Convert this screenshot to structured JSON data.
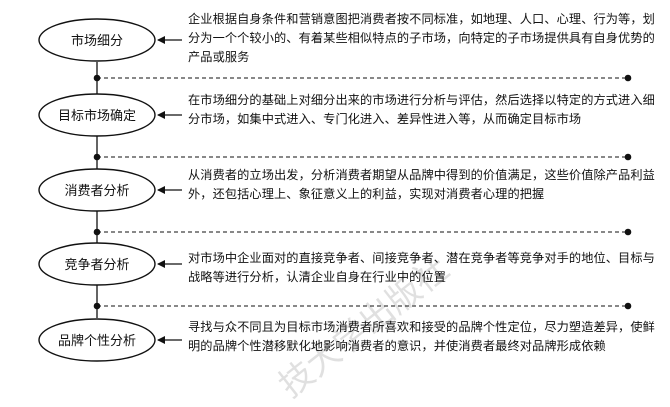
{
  "stages": [
    {
      "label": "市场细分",
      "description": "企业根据自身条件和营销意图把消费者按不同标准，如地理、人口、心理、行为等，划分为一个个较小的、有着某些相似特点的子市场，向特定的子市场提供具有自身优势的产品或服务"
    },
    {
      "label": "目标市场确定",
      "description": "在市场细分的基础上对细分出来的市场进行分析与评估，然后选择以特定的方式进入细分市场，如集中式进入、专门化进入、差异性进入等，从而确定目标市场"
    },
    {
      "label": "消费者分析",
      "description": "从消费者的立场出发，分析消费者期望从品牌中得到的价值满足，这些价值除产品利益外，还包括心理上、象征意义上的利益，实现对消费者心理的把握"
    },
    {
      "label": "竞争者分析",
      "description": "对市场中企业面对的直接竞争者、间接竞争者、潜在竞争者等竞争对手的地位、目标与战略等进行分析，认清企业自身在行业中的位置"
    },
    {
      "label": "品牌个性分析",
      "description": "寻找与众不同且为目标市场消费者所喜欢和接受的品牌个性定位，尽力塑造差异，使鲜明的品牌个性潜移默化地影响消费者的意识，并使消费者最终对品牌形成依赖"
    }
  ],
  "watermark": "技大学出版社",
  "colors": {
    "line": "#111111",
    "background": "#ffffff"
  }
}
